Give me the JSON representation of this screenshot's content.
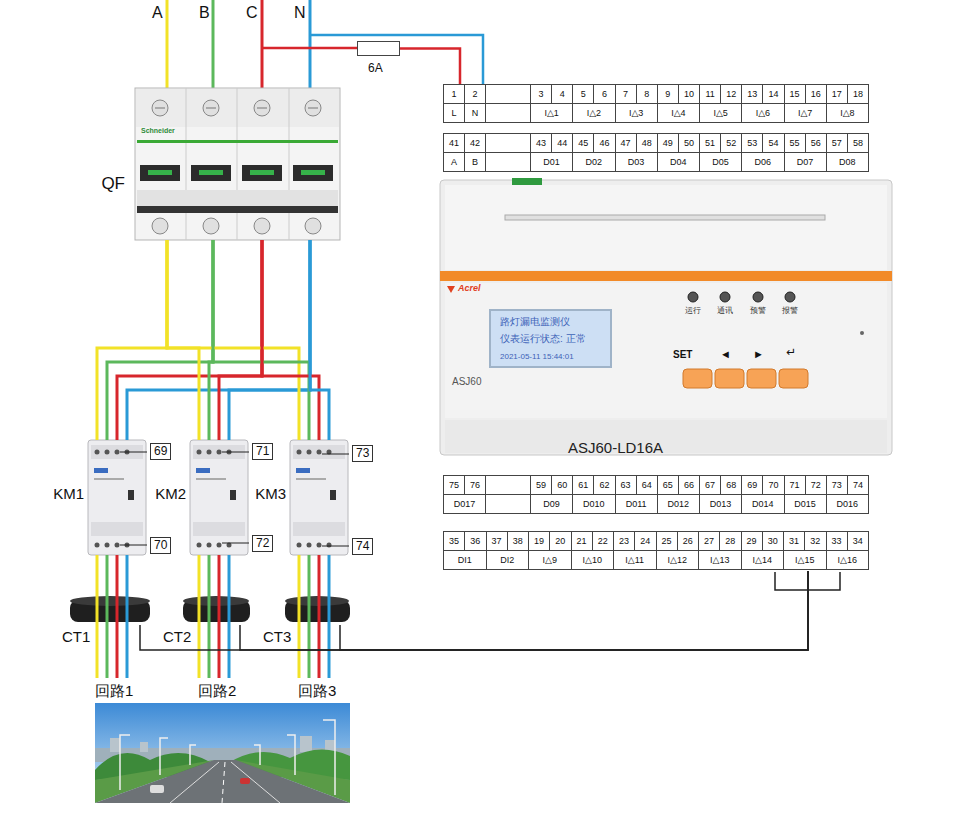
{
  "diagram": {
    "nodes": [
      {
        "text": [
          "QF"
        ]
      },
      {
        "text": [
          "KM1"
        ]
      },
      {
        "text": [
          "KM2"
        ]
      },
      {
        "text": [
          "KM3"
        ]
      },
      {
        "text": [
          "CT1"
        ]
      },
      {
        "text": [
          "CT2"
        ]
      },
      {
        "text": [
          "CT3"
        ]
      },
      {
        "text": [
          "6A"
        ]
      },
      {
        "text": [
          "ASJ60",
          "ASJ60-LD16A"
        ]
      },
      {
        "text": [
          "路灯漏电监测仪",
          "仪表运行状态: 正常",
          "2021-05-11 15:44:01"
        ],
        "in": 8
      }
    ],
    "edges": [
      {
        "from": 0,
        "to": 1,
        "arrow": "none"
      },
      {
        "from": 0,
        "to": 2,
        "arrow": "none"
      },
      {
        "from": 0,
        "to": 3,
        "arrow": "none"
      },
      {
        "from": 1,
        "to": 4,
        "arrow": "none"
      },
      {
        "from": 2,
        "to": 5,
        "arrow": "none"
      },
      {
        "from": 3,
        "to": 6,
        "arrow": "none"
      },
      {
        "from": 4,
        "to": 8,
        "arrow": "none"
      },
      {
        "from": 5,
        "to": 8,
        "arrow": "none"
      },
      {
        "from": 6,
        "to": 8,
        "arrow": "none"
      },
      {
        "from": 7,
        "to": 8,
        "arrow": "none"
      }
    ],
    "labels": [
      "A",
      "B",
      "C",
      "N",
      "Schneider",
      "69",
      "70",
      "71",
      "72",
      "73",
      "74",
      "回路1",
      "回路2",
      "回路3",
      "Acrel",
      "运行",
      "通讯",
      "预警",
      "报警",
      "SET",
      "◄",
      "►",
      "↵",
      "1",
      "2",
      "3",
      "4",
      "5",
      "6",
      "7",
      "8",
      "9",
      "10",
      "11",
      "12",
      "13",
      "14",
      "15",
      "16",
      "17",
      "18",
      "L",
      "N",
      "I△1",
      "I△2",
      "I△3",
      "I△4",
      "I△5",
      "I△6",
      "I△7",
      "I△8",
      "41",
      "42",
      "43",
      "44",
      "45",
      "46",
      "47",
      "48",
      "49",
      "50",
      "51",
      "52",
      "53",
      "54",
      "55",
      "56",
      "57",
      "58",
      "A",
      "B",
      "D01",
      "D02",
      "D03",
      "D04",
      "D05",
      "D06",
      "D07",
      "D08",
      "75",
      "76",
      "59",
      "60",
      "61",
      "62",
      "63",
      "64",
      "65",
      "66",
      "67",
      "68",
      "69",
      "70",
      "71",
      "72",
      "73",
      "74",
      "D017",
      "D09",
      "D010",
      "D011",
      "D012",
      "D013",
      "D014",
      "D015",
      "D016",
      "35",
      "36",
      "37",
      "38",
      "19",
      "20",
      "21",
      "22",
      "23",
      "24",
      "25",
      "26",
      "27",
      "28",
      "29",
      "30",
      "31",
      "32",
      "33",
      "34",
      "DI1",
      "DI2",
      "I△9",
      "I△10",
      "I△11",
      "I△12",
      "I△13",
      "I△14",
      "I△15",
      "I△16"
    ]
  }
}
